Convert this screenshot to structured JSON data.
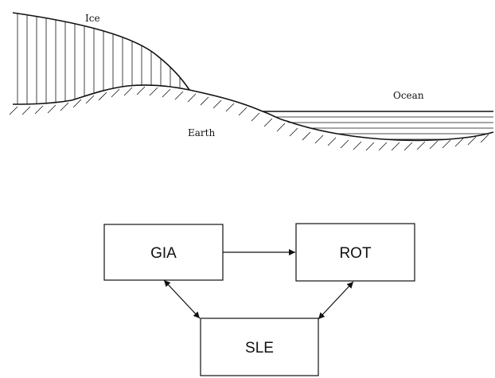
{
  "cross_section": {
    "labels": {
      "ice": "Ice",
      "earth": "Earth",
      "ocean": "Ocean"
    }
  },
  "flow": {
    "nodes": {
      "gia": "GIA",
      "rot": "ROT",
      "sle": "SLE"
    },
    "edges": [
      {
        "from": "GIA",
        "to": "ROT",
        "direction": "one-way"
      },
      {
        "from": "GIA",
        "to": "SLE",
        "direction": "two-way"
      },
      {
        "from": "ROT",
        "to": "SLE",
        "direction": "two-way"
      }
    ]
  },
  "colors": {
    "ink": "#111111",
    "background": "#ffffff"
  }
}
